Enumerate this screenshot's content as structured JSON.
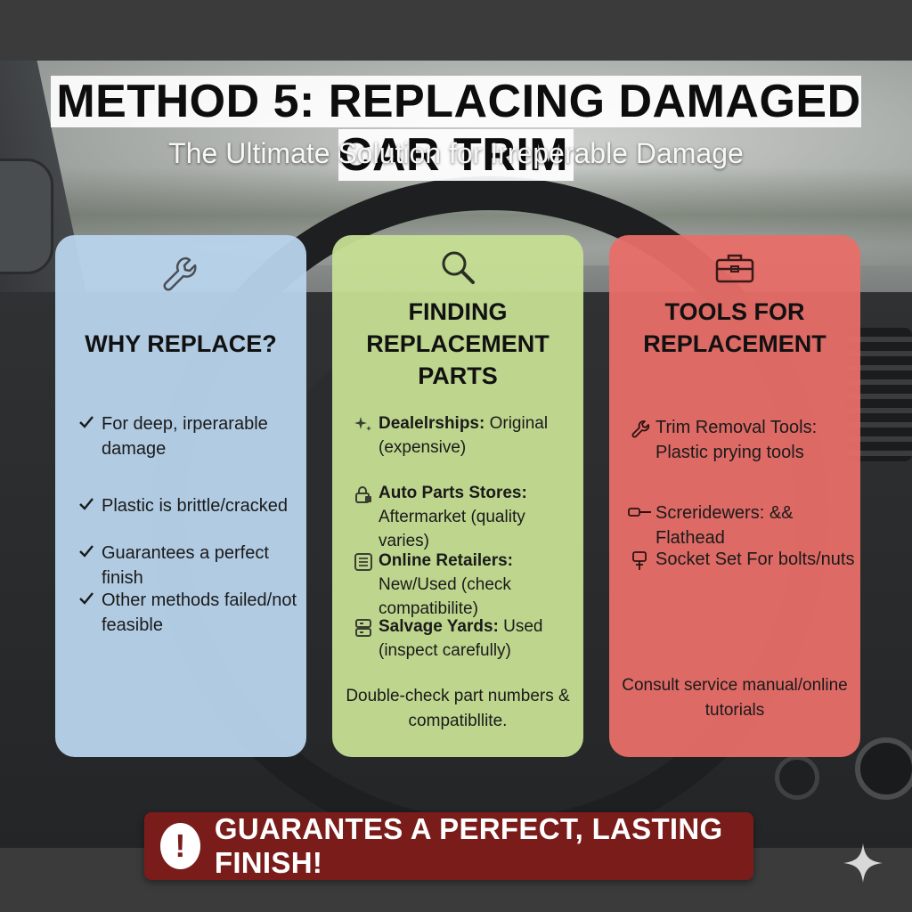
{
  "header": {
    "title": "METHOD 5: REPLACING DAMAGED CAR TRIM",
    "subtitle": "The Ultimate Solution for Irreperable Damage"
  },
  "cards": [
    {
      "icon": "wrench-icon",
      "title": "WHY REPLACE?",
      "color": "#b8d4ec",
      "items": [
        {
          "icon": "check-icon",
          "text": "For deep, irperarable damage"
        },
        {
          "icon": "check-icon",
          "text": "Plastic is brittle/cracked"
        },
        {
          "icon": "check-icon",
          "text": "Guarantees a perfect finish"
        },
        {
          "icon": "check-icon",
          "text": "Other methods failed/not feasible"
        }
      ]
    },
    {
      "icon": "magnifier-icon",
      "title": "FINDING REPLACEMENT PARTS",
      "color": "#c6de94",
      "items": [
        {
          "icon": "sparkle-icon",
          "label": "Dealelrships:",
          "text": " Original (expensive)"
        },
        {
          "icon": "lock-icon",
          "label": "Auto Parts Stores:",
          "text": " Aftermarket (quality varies)"
        },
        {
          "icon": "list-icon",
          "label": "Online Retailers:",
          "text": " New/Used (check compatibilite)"
        },
        {
          "icon": "storage-icon",
          "label": "Salvage Yards:",
          "text": " Used (inspect carefully)"
        }
      ],
      "footer": "Double-check part numbers & compatibllite."
    },
    {
      "icon": "toolbox-icon",
      "title": "TOOLS FOR REPLACEMENT",
      "color": "#e86e68",
      "items": [
        {
          "icon": "wrench-icon",
          "text": "Trim Removal Tools: Plastic prying tools"
        },
        {
          "icon": "screwdriver-icon",
          "text": "Screridewers: && Flathead"
        },
        {
          "icon": "socket-icon",
          "text": "Socket Set For bolts/nuts"
        }
      ],
      "footer": "Consult service manual/online tutorials"
    }
  ],
  "banner": {
    "icon": "exclamation-icon",
    "glyph": "!",
    "text": "GUARANTES A PERFECT, LASTING FINISH!",
    "color": "#7a1c1a"
  }
}
